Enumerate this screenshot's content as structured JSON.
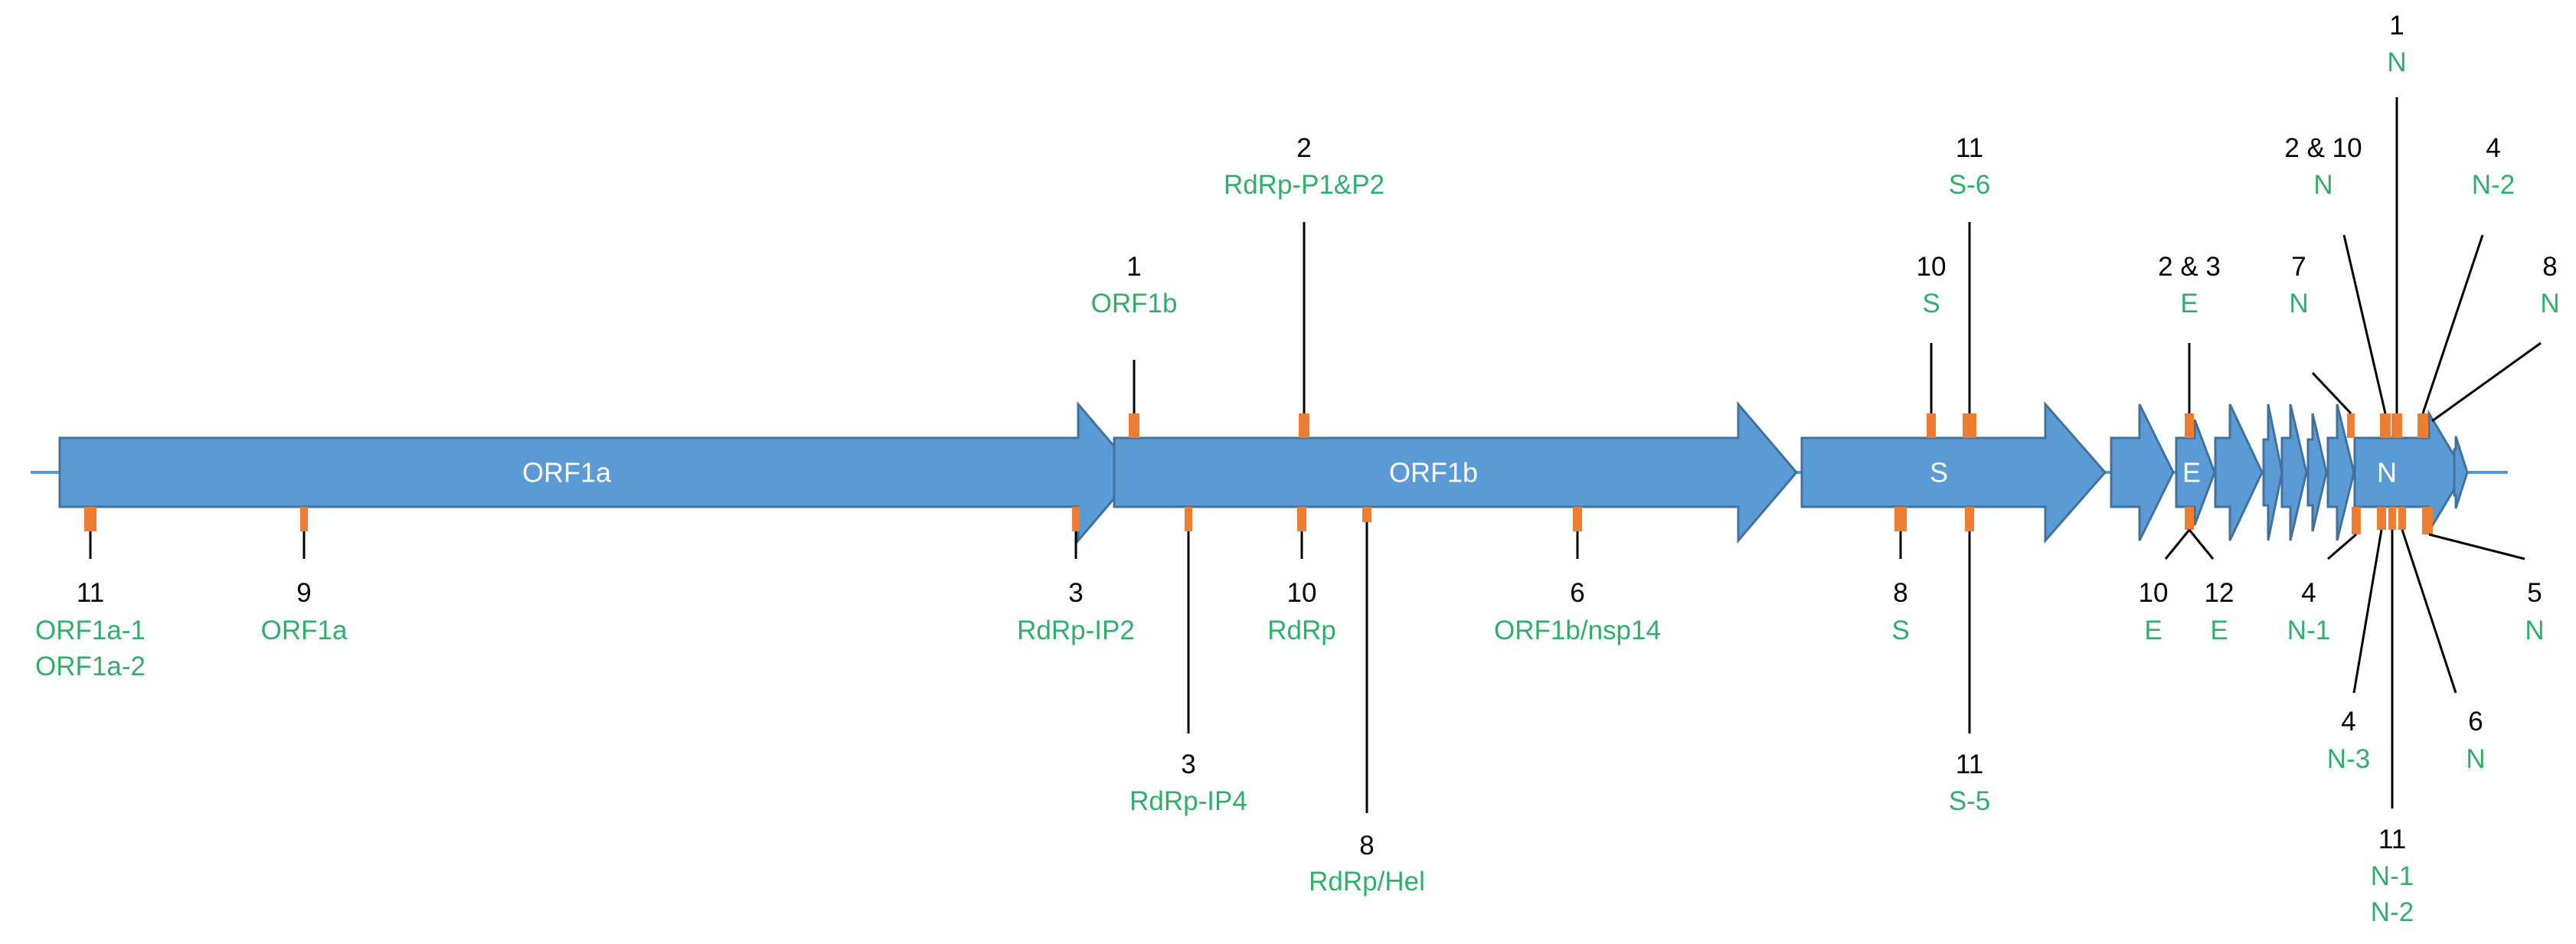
{
  "genes": [
    {
      "id": "orf1a",
      "label": "ORF1a"
    },
    {
      "id": "orf1b",
      "label": "ORF1b"
    },
    {
      "id": "s",
      "label": "S"
    },
    {
      "id": "e",
      "label": "E"
    },
    {
      "id": "n",
      "label": "N"
    }
  ],
  "annotations": [
    {
      "id": "a1",
      "number": "11",
      "targets": [
        "ORF1a-1",
        "ORF1a-2"
      ]
    },
    {
      "id": "a2",
      "number": "9",
      "targets": [
        "ORF1a"
      ]
    },
    {
      "id": "a3",
      "number": "3",
      "targets": [
        "RdRp-IP2"
      ]
    },
    {
      "id": "a4",
      "number": "1",
      "targets": [
        "ORF1b"
      ]
    },
    {
      "id": "a5",
      "number": "3",
      "targets": [
        "RdRp-IP4"
      ]
    },
    {
      "id": "a6",
      "number": "2",
      "targets": [
        "RdRp-P1&P2"
      ]
    },
    {
      "id": "a7",
      "number": "10",
      "targets": [
        "RdRp"
      ]
    },
    {
      "id": "a8",
      "number": "8",
      "targets": [
        "RdRp/Hel"
      ]
    },
    {
      "id": "a9",
      "number": "6",
      "targets": [
        "ORF1b/nsp14"
      ]
    },
    {
      "id": "a10",
      "number": "10",
      "targets": [
        "S"
      ]
    },
    {
      "id": "a11",
      "number": "11",
      "targets": [
        "S-6"
      ]
    },
    {
      "id": "a12",
      "number": "8",
      "targets": [
        "S"
      ]
    },
    {
      "id": "a13",
      "number": "11",
      "targets": [
        "S-5"
      ]
    },
    {
      "id": "a14",
      "number": "2 & 3",
      "targets": [
        "E"
      ]
    },
    {
      "id": "a15",
      "number": "10",
      "targets": [
        "E"
      ]
    },
    {
      "id": "a16",
      "number": "12",
      "targets": [
        "E"
      ]
    },
    {
      "id": "a17",
      "number": "1",
      "targets": [
        "N"
      ]
    },
    {
      "id": "a18",
      "number": "2 & 10",
      "targets": [
        "N"
      ]
    },
    {
      "id": "a19",
      "number": "7",
      "targets": [
        "N"
      ]
    },
    {
      "id": "a20",
      "number": "4",
      "targets": [
        "N-2"
      ]
    },
    {
      "id": "a21",
      "number": "8",
      "targets": [
        "N"
      ]
    },
    {
      "id": "a22",
      "number": "4",
      "targets": [
        "N-1"
      ]
    },
    {
      "id": "a23",
      "number": "4",
      "targets": [
        "N-3"
      ]
    },
    {
      "id": "a24",
      "number": "11",
      "targets": [
        "N-1",
        "N-2"
      ]
    },
    {
      "id": "a25",
      "number": "6",
      "targets": [
        "N"
      ]
    },
    {
      "id": "a26",
      "number": "5",
      "targets": [
        "N"
      ]
    }
  ],
  "colors": {
    "gene_fill": "#5b9bd5",
    "gene_outline": "#41719c",
    "marker": "#ed7d31",
    "target_text": "#2eb06b",
    "number_text": "#000000"
  }
}
